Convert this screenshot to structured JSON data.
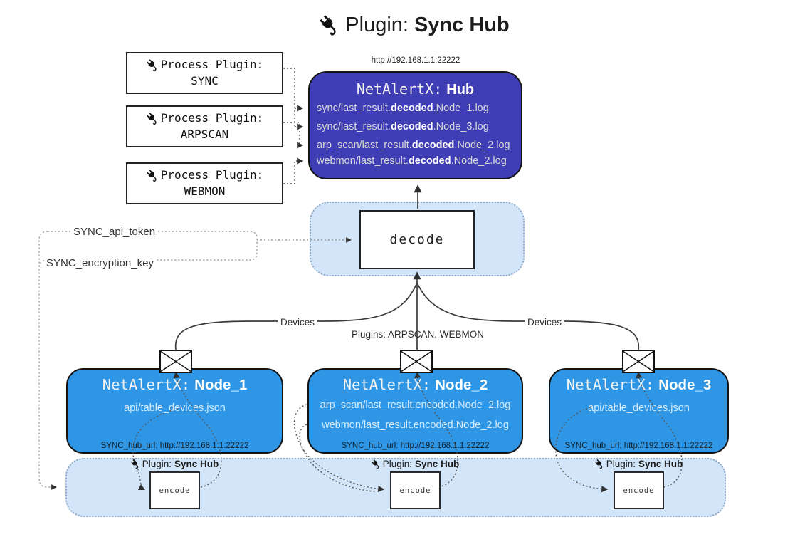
{
  "title": {
    "prefix": "Plugin:",
    "name": "Sync Hub"
  },
  "process_plugins": [
    {
      "label": "Process Plugin:",
      "name": "SYNC"
    },
    {
      "label": "Process Plugin:",
      "name": "ARPSCAN"
    },
    {
      "label": "Process Plugin:",
      "name": "WEBMON"
    }
  ],
  "hub": {
    "url": "http://192.168.1.1:22222",
    "title_prefix": "NetAlertX:",
    "title_name": "Hub",
    "files": [
      {
        "pre": "sync/last_result.",
        "mid": "decoded",
        "post": ".Node_1.log"
      },
      {
        "pre": "sync/last_result.",
        "mid": "decoded",
        "post": ".Node_3.log"
      },
      {
        "pre": "arp_scan/last_result.",
        "mid": "decoded",
        "post": ".Node_2.log"
      },
      {
        "pre": "webmon/last_result.",
        "mid": "decoded",
        "post": ".Node_2.log"
      }
    ]
  },
  "decode": {
    "label": "decode"
  },
  "secrets": {
    "api_token": "SYNC_api_token",
    "encryption_key": "SYNC_encryption_key"
  },
  "edge_labels": {
    "devices_left": "Devices",
    "plugins_middle": "Plugins: ARPSCAN, WEBMON",
    "devices_right": "Devices"
  },
  "nodes": [
    {
      "title_prefix": "NetAlertX:",
      "title_name": "Node_1",
      "files": [
        "api/table_devices.json"
      ],
      "hub_url": "SYNC_hub_url: http://192.168.1.1:22222"
    },
    {
      "title_prefix": "NetAlertX:",
      "title_name": "Node_2",
      "files": [
        "arp_scan/last_result.encoded.Node_2.log",
        "webmon/last_result.encoded.Node_2.log"
      ],
      "hub_url": "SYNC_hub_url: http://192.168.1.1:22222"
    },
    {
      "title_prefix": "NetAlertX:",
      "title_name": "Node_3",
      "files": [
        "api/table_devices.json"
      ],
      "hub_url": "SYNC_hub_url: http://192.168.1.1:22222"
    }
  ],
  "encoders": [
    {
      "plugin_prefix": "Plugin:",
      "plugin_name": "Sync Hub",
      "box_label": "encode"
    },
    {
      "plugin_prefix": "Plugin:",
      "plugin_name": "Sync Hub",
      "box_label": "encode"
    },
    {
      "plugin_prefix": "Plugin:",
      "plugin_name": "Sync Hub",
      "box_label": "encode"
    }
  ],
  "icons": {
    "plug": "plug-icon",
    "envelope": "envelope-icon"
  },
  "colors": {
    "hub_bg": "#3f3eb5",
    "node_bg": "#2e96e4",
    "panel_bg": "#d3e5f8",
    "panel_border": "#8fa9c7",
    "line": "#3a3a3a",
    "light_text": "#d9d9d9"
  }
}
